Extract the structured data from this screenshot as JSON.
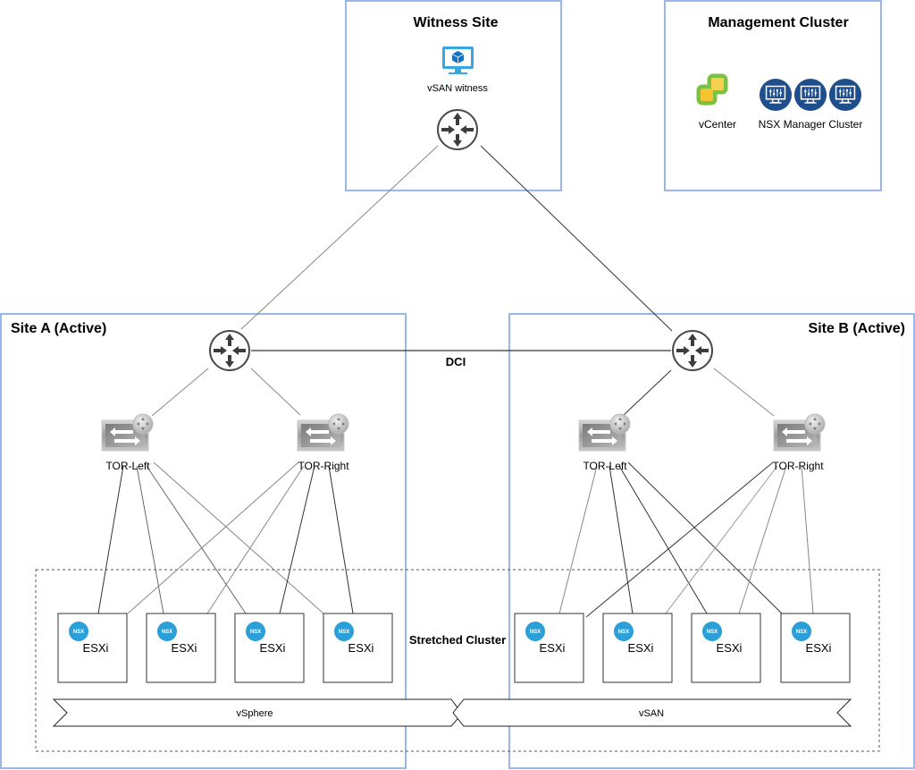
{
  "witness_site": {
    "title": "Witness Site",
    "witness_label": "vSAN witness",
    "witness_icon": "vm-monitor-cube-icon",
    "router_icon": "router-icon"
  },
  "management_cluster": {
    "title": "Management Cluster",
    "vcenter_label": "vCenter",
    "vcenter_icon": "vcenter-logo-icon",
    "nsx_manager_label": "NSX Manager Cluster",
    "nsx_manager_icon": "nsx-manager-monitor-icon",
    "nsx_manager_count": 3
  },
  "site_a": {
    "title": "Site A (Active)",
    "tor_left": "TOR-Left",
    "tor_right": "TOR-Right",
    "hosts": [
      {
        "label": "ESXi",
        "badge": "NSX"
      },
      {
        "label": "ESXi",
        "badge": "NSX"
      },
      {
        "label": "ESXi",
        "badge": "NSX"
      },
      {
        "label": "ESXi",
        "badge": "NSX"
      }
    ]
  },
  "site_b": {
    "title": "Site B (Active)",
    "tor_left": "TOR-Left",
    "tor_right": "TOR-Right",
    "hosts": [
      {
        "label": "ESXi",
        "badge": "NSX"
      },
      {
        "label": "ESXi",
        "badge": "NSX"
      },
      {
        "label": "ESXi",
        "badge": "NSX"
      },
      {
        "label": "ESXi",
        "badge": "NSX"
      }
    ]
  },
  "interconnect": {
    "label": "DCI"
  },
  "stretched_cluster": {
    "title": "Stretched Cluster",
    "bands": [
      "vSphere",
      "vSAN"
    ]
  },
  "colors": {
    "site_border": "#99b8e8",
    "nsx_badge": "#2a9fd8",
    "nsx_manager": "#1f4e8c",
    "vcenter_green": "#7cc242",
    "vcenter_yellow": "#f4c430",
    "witness_blue": "#3aa8e0",
    "router_dark": "#4a4a4a"
  }
}
